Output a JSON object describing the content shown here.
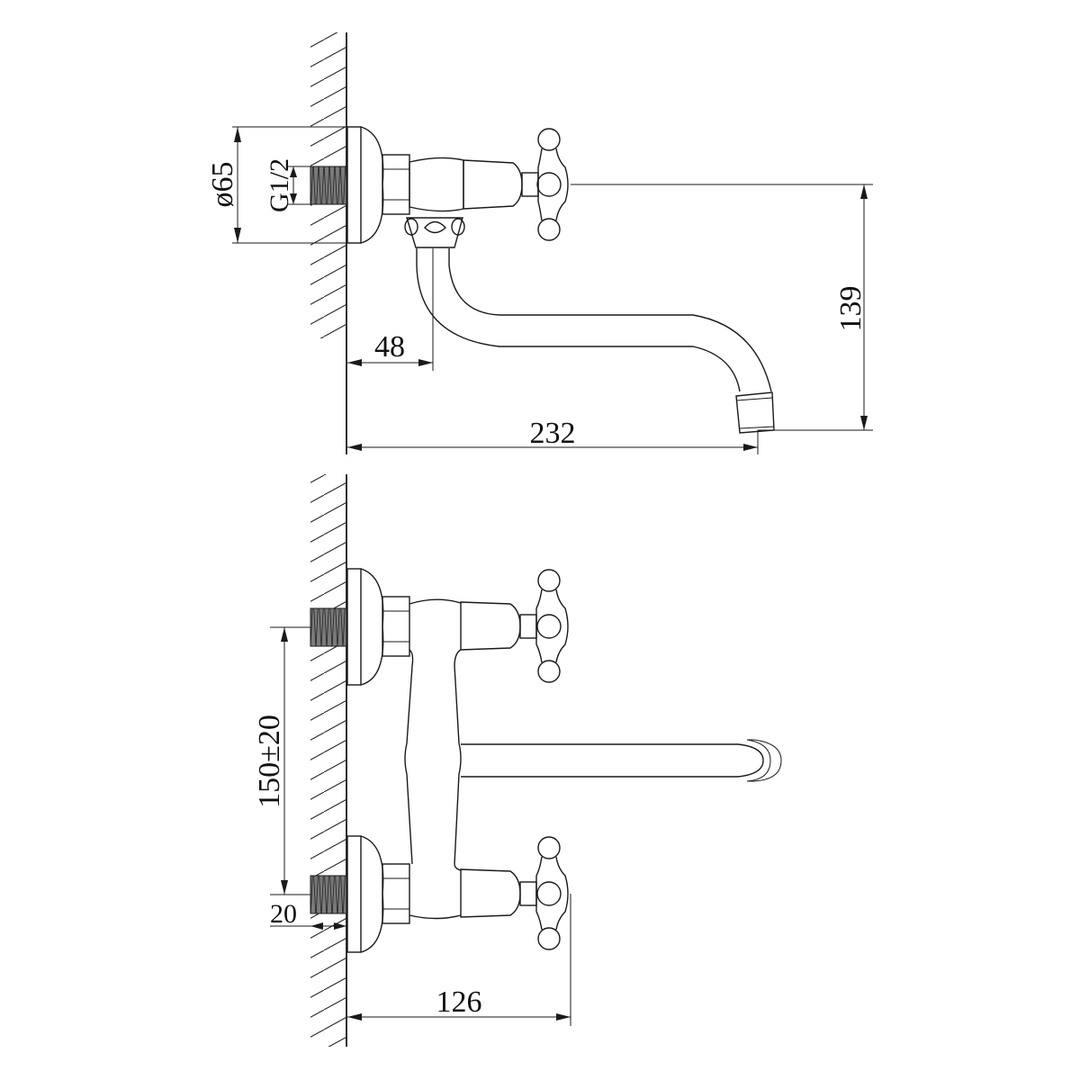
{
  "drawing": {
    "title": "Wall-mounted two-handle faucet with swivel spout — dimension drawing",
    "colors": {
      "line": "#1a1a1a",
      "thread_fill": "#7a7a7a",
      "background": "#ffffff"
    },
    "side_view": {
      "dimensions": {
        "flange_diameter": "ø65",
        "thread_size": "G1/2",
        "wall_to_spout_axis": "48",
        "overall_reach": "232",
        "spout_height": "139"
      }
    },
    "front_view": {
      "dimensions": {
        "inlet_center_distance": "150±20",
        "thread_length": "20",
        "wall_to_handle": "126"
      }
    },
    "icons": [
      "wall-hatch",
      "thread-pattern",
      "cross-handle",
      "eccentric-flange",
      "s-spout",
      "aerator"
    ]
  }
}
